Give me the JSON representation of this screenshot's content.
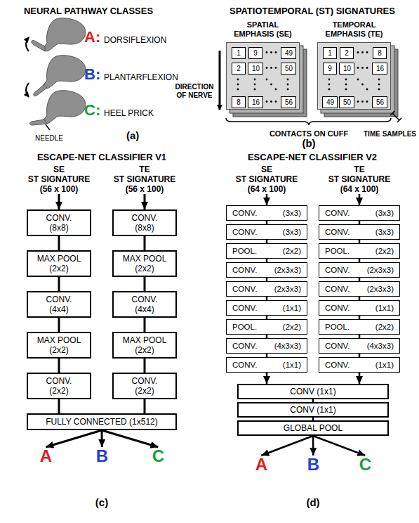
{
  "diagram": {
    "nodes": [
      {
        "text": [
          "SPATIAL EMPHASIS (SE)"
        ]
      },
      {
        "text": [
          "1"
        ],
        "in": 0
      },
      {
        "text": [
          "9"
        ],
        "in": 0
      },
      {
        "text": [
          "49"
        ],
        "in": 0
      },
      {
        "text": [
          "2"
        ],
        "in": 0
      },
      {
        "text": [
          "10"
        ],
        "in": 0
      },
      {
        "text": [
          "50"
        ],
        "in": 0
      },
      {
        "text": [
          "8"
        ],
        "in": 0
      },
      {
        "text": [
          "16"
        ],
        "in": 0
      },
      {
        "text": [
          "56"
        ],
        "in": 0
      },
      {
        "text": [
          "TEMPORAL EMPHASIS (TE)"
        ]
      },
      {
        "text": [
          "1"
        ],
        "in": 10
      },
      {
        "text": [
          "2"
        ],
        "in": 10
      },
      {
        "text": [
          "8"
        ],
        "in": 10
      },
      {
        "text": [
          "9"
        ],
        "in": 10
      },
      {
        "text": [
          "10"
        ],
        "in": 10
      },
      {
        "text": [
          "16"
        ],
        "in": 10
      },
      {
        "text": [
          "49"
        ],
        "in": 10
      },
      {
        "text": [
          "50"
        ],
        "in": 10
      },
      {
        "text": [
          "56"
        ],
        "in": 10
      },
      {
        "text": [
          "SE",
          "ST SIGNATURE (56 x 100)"
        ]
      },
      {
        "text": [
          "CONV.",
          "(8x8)"
        ]
      },
      {
        "text": [
          "MAX POOL",
          "(2x2)"
        ]
      },
      {
        "text": [
          "CONV.",
          "(4x4)"
        ]
      },
      {
        "text": [
          "MAX POOL",
          "(2x2)"
        ]
      },
      {
        "text": [
          "CONV.",
          "(2x2)"
        ]
      },
      {
        "text": [
          "TE",
          "ST SIGNATURE (56 x 100)"
        ]
      },
      {
        "text": [
          "CONV.",
          "(8x8)"
        ]
      },
      {
        "text": [
          "MAX POOL",
          "(2x2)"
        ]
      },
      {
        "text": [
          "CONV.",
          "(4x4)"
        ]
      },
      {
        "text": [
          "MAX POOL",
          "(2x2)"
        ]
      },
      {
        "text": [
          "CONV.",
          "(2x2)"
        ]
      },
      {
        "text": [
          "FULLY CONNECTED (1x512)"
        ]
      },
      {
        "text": [
          "A"
        ]
      },
      {
        "text": [
          "B"
        ]
      },
      {
        "text": [
          "C"
        ]
      },
      {
        "text": [
          "SE",
          "ST SIGNATURE (64 x 100)"
        ]
      },
      {
        "text": [
          "CONV.",
          "(3x3)"
        ]
      },
      {
        "text": [
          "CONV.",
          "(3x3)"
        ]
      },
      {
        "text": [
          "POOL.",
          "(2x2)"
        ]
      },
      {
        "text": [
          "CONV.",
          "(2x3x3)"
        ]
      },
      {
        "text": [
          "CONV.",
          "(2x3x3)"
        ]
      },
      {
        "text": [
          "CONV.",
          "(1x1)"
        ]
      },
      {
        "text": [
          "POOL.",
          "(2x2)"
        ]
      },
      {
        "text": [
          "CONV.",
          "(4x3x3)"
        ]
      },
      {
        "text": [
          "CONV.",
          "(1x1)"
        ]
      },
      {
        "text": [
          "TE",
          "ST SIGNATURE (64 x 100)"
        ]
      },
      {
        "text": [
          "CONV.",
          "(3x3)"
        ]
      },
      {
        "text": [
          "CONV.",
          "(3x3)"
        ]
      },
      {
        "text": [
          "POOL.",
          "(2x2)"
        ]
      },
      {
        "text": [
          "CONV.",
          "(2x3x3)"
        ]
      },
      {
        "text": [
          "CONV.",
          "(2x3x3)"
        ]
      },
      {
        "text": [
          "CONV.",
          "(1x1)"
        ]
      },
      {
        "text": [
          "POOL.",
          "(2x2)"
        ]
      },
      {
        "text": [
          "CONV.",
          "(4x3x3)"
        ]
      },
      {
        "text": [
          "CONV.",
          "(1x1)"
        ]
      },
      {
        "text": [
          "CONV (1x1)"
        ]
      },
      {
        "text": [
          "CONV (1x1)"
        ]
      },
      {
        "text": [
          "GLOBAL POOL"
        ]
      },
      {
        "text": [
          "A"
        ]
      },
      {
        "text": [
          "B"
        ]
      },
      {
        "text": [
          "C"
        ]
      }
    ],
    "edges": [
      {
        "from": 20,
        "to": 21,
        "arrow": "to"
      },
      {
        "from": 21,
        "to": 22,
        "arrow": "none"
      },
      {
        "from": 22,
        "to": 23,
        "arrow": "none"
      },
      {
        "from": 23,
        "to": 24,
        "arrow": "none"
      },
      {
        "from": 24,
        "to": 25,
        "arrow": "none"
      },
      {
        "from": 26,
        "to": 27,
        "arrow": "to"
      },
      {
        "from": 27,
        "to": 28,
        "arrow": "none"
      },
      {
        "from": 28,
        "to": 29,
        "arrow": "none"
      },
      {
        "from": 29,
        "to": 30,
        "arrow": "none"
      },
      {
        "from": 30,
        "to": 31,
        "arrow": "none"
      },
      {
        "from": 25,
        "to": 32,
        "arrow": "none"
      },
      {
        "from": 31,
        "to": 32,
        "arrow": "none"
      },
      {
        "from": 32,
        "to": 33,
        "arrow": "to"
      },
      {
        "from": 32,
        "to": 34,
        "arrow": "to"
      },
      {
        "from": 32,
        "to": 35,
        "arrow": "to"
      },
      {
        "from": 36,
        "to": 37,
        "arrow": "to"
      },
      {
        "from": 37,
        "to": 38,
        "arrow": "none"
      },
      {
        "from": 38,
        "to": 39,
        "arrow": "none"
      },
      {
        "from": 39,
        "to": 40,
        "arrow": "none"
      },
      {
        "from": 40,
        "to": 41,
        "arrow": "none"
      },
      {
        "from": 41,
        "to": 42,
        "arrow": "none"
      },
      {
        "from": 42,
        "to": 43,
        "arrow": "none"
      },
      {
        "from": 43,
        "to": 44,
        "arrow": "none"
      },
      {
        "from": 44,
        "to": 45,
        "arrow": "none"
      },
      {
        "from": 46,
        "to": 47,
        "arrow": "to"
      },
      {
        "from": 47,
        "to": 48,
        "arrow": "none"
      },
      {
        "from": 48,
        "to": 49,
        "arrow": "none"
      },
      {
        "from": 49,
        "to": 50,
        "arrow": "none"
      },
      {
        "from": 50,
        "to": 51,
        "arrow": "none"
      },
      {
        "from": 51,
        "to": 52,
        "arrow": "none"
      },
      {
        "from": 52,
        "to": 53,
        "arrow": "none"
      },
      {
        "from": 53,
        "to": 54,
        "arrow": "none"
      },
      {
        "from": 54,
        "to": 55,
        "arrow": "none"
      },
      {
        "from": 45,
        "to": 56,
        "arrow": "to"
      },
      {
        "from": 55,
        "to": 56,
        "arrow": "to"
      },
      {
        "from": 56,
        "to": 57,
        "arrow": "none"
      },
      {
        "from": 57,
        "to": 58,
        "arrow": "none"
      },
      {
        "from": 58,
        "to": 59,
        "arrow": "to"
      },
      {
        "from": 58,
        "to": 60,
        "arrow": "to"
      },
      {
        "from": 58,
        "to": 61,
        "arrow": "to"
      }
    ],
    "labels": [
      "NEURAL PATHWAY CLASSES",
      "A:",
      "DORSIFLEXION",
      "B:",
      "PLANTARFLEXION",
      "C:",
      "HEEL PRICK",
      "NEEDLE",
      "(a)",
      "SPATIOTEMPORAL (ST) SIGNATURES",
      "DIRECTION OF NERVE",
      "CONTACTS ON CUFF",
      "TIME SAMPLES",
      "(b)",
      "ESCAPE-NET CLASSIFIER V1",
      "(c)",
      "ESCAPE-NET CLASSIFIER V2",
      "(d)"
    ]
  }
}
